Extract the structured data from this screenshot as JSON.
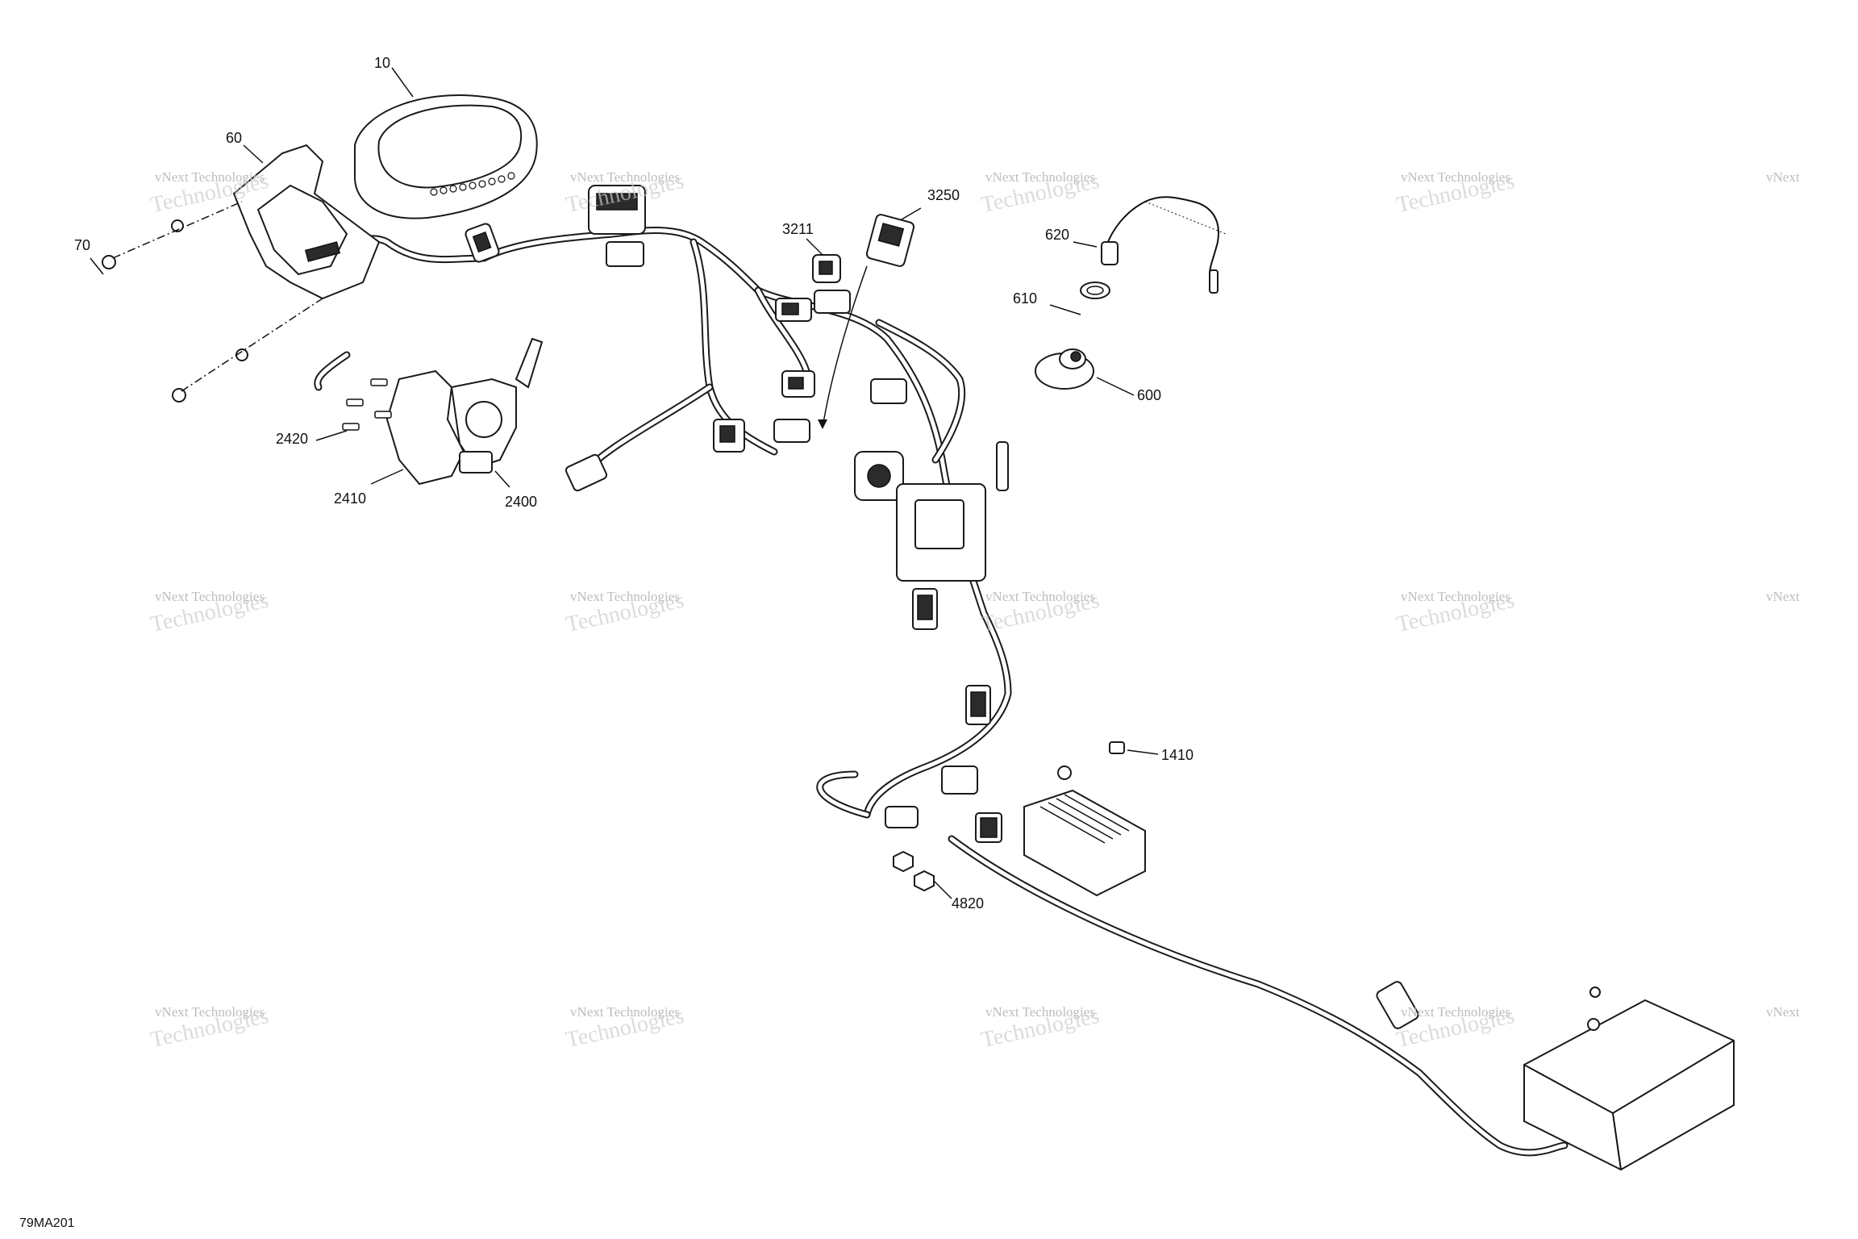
{
  "drawing": {
    "reference_code": "79MA201",
    "callouts": [
      {
        "id": "c10",
        "label": "10"
      },
      {
        "id": "c60",
        "label": "60"
      },
      {
        "id": "c70",
        "label": "70"
      },
      {
        "id": "c3211",
        "label": "3211"
      },
      {
        "id": "c3250",
        "label": "3250"
      },
      {
        "id": "c620",
        "label": "620"
      },
      {
        "id": "c610",
        "label": "610"
      },
      {
        "id": "c600",
        "label": "600"
      },
      {
        "id": "c2420",
        "label": "2420"
      },
      {
        "id": "c2410",
        "label": "2410"
      },
      {
        "id": "c2400",
        "label": "2400"
      },
      {
        "id": "c1410",
        "label": "1410"
      },
      {
        "id": "c4820",
        "label": "4820"
      }
    ]
  },
  "watermark": {
    "line1": "vNext Technologies",
    "line2": "Technologies",
    "corner": "vNext"
  }
}
